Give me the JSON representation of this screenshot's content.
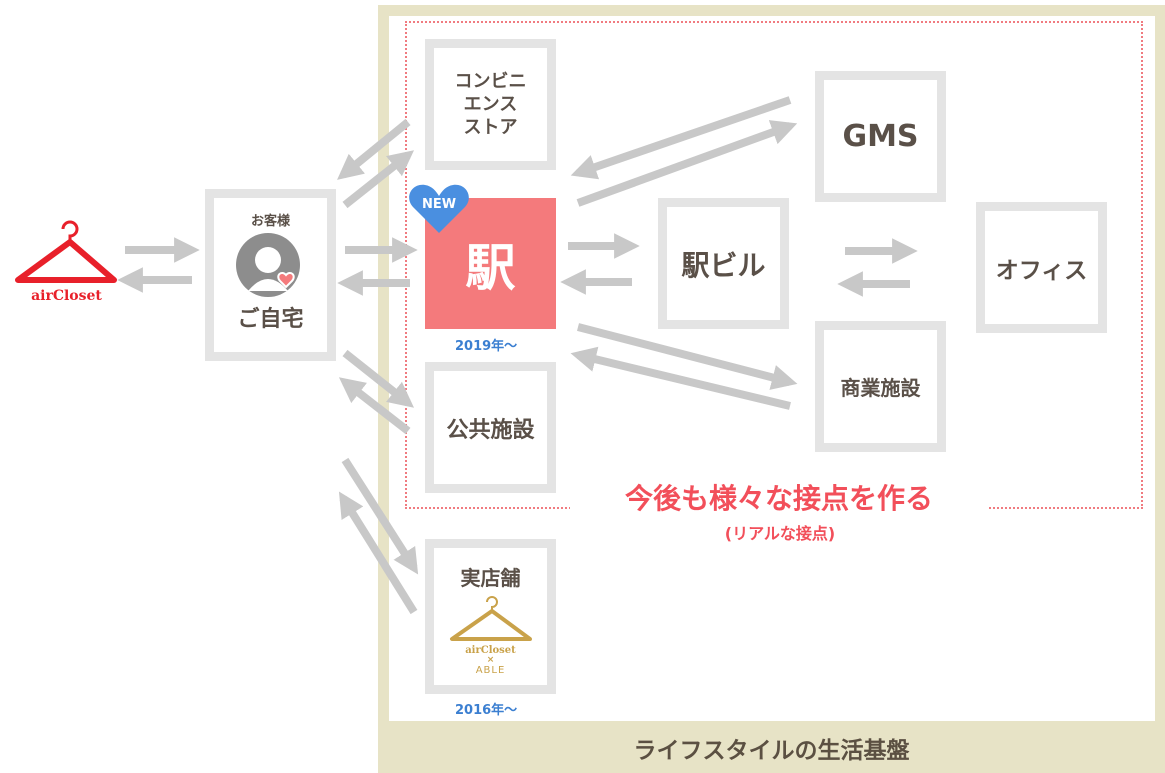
{
  "brand": {
    "name": "airCloset",
    "color": "#e8202a"
  },
  "home": {
    "caption": "お客様",
    "label": "ご自宅"
  },
  "nodes": {
    "convenience": "コンビニ\nエンス\nストア",
    "station": "駅",
    "station_badge": "NEW",
    "station_year": "2019年〜",
    "public": "公共施設",
    "gms": "GMS",
    "station_building": "駅ビル",
    "office": "オフィス",
    "commercial": "商業施設",
    "store": "実店舗",
    "store_year": "2016年〜",
    "store_logo_line1": "airCloset",
    "store_logo_line2": "×",
    "store_logo_line3": "ABLE"
  },
  "tagline": "今後も様々な接点を作る",
  "tagline_sub": "(リアルな接点)",
  "footer": "ライフスタイルの生活基盤",
  "colors": {
    "accent": "#f24f5a",
    "station": "#f47a7c",
    "badge": "#4a8fe0",
    "gold": "#c9a24a",
    "arrow": "#c8c8c8"
  }
}
